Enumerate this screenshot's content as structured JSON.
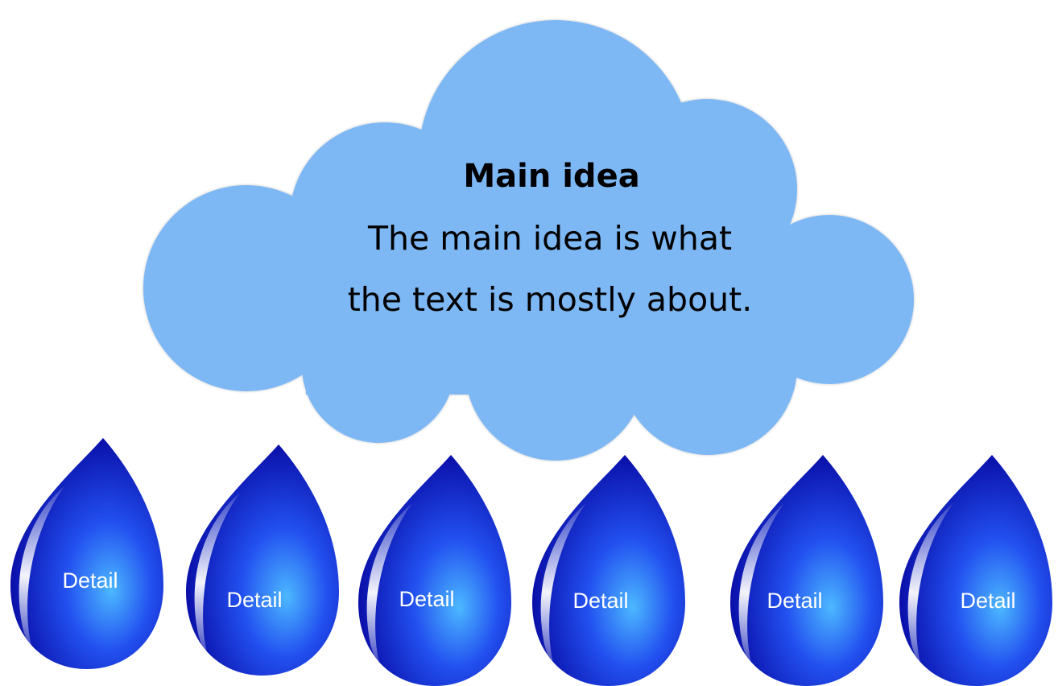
{
  "colors": {
    "cloud_fill": "#7eb8f4",
    "cloud_edge": "#c9ddf2",
    "drop_dark": "#0a0fb0",
    "drop_mid": "#1f3ff0",
    "drop_light": "#46b4ff",
    "label": "#ffffff"
  },
  "cloud": {
    "title": "Main idea",
    "line1": "The main idea is what",
    "line2": "the text is mostly about."
  },
  "details": [
    {
      "label": "Detail"
    },
    {
      "label": "Detail"
    },
    {
      "label": "Detail"
    },
    {
      "label": "Detail"
    },
    {
      "label": "Detail"
    },
    {
      "label": "Detail"
    }
  ]
}
